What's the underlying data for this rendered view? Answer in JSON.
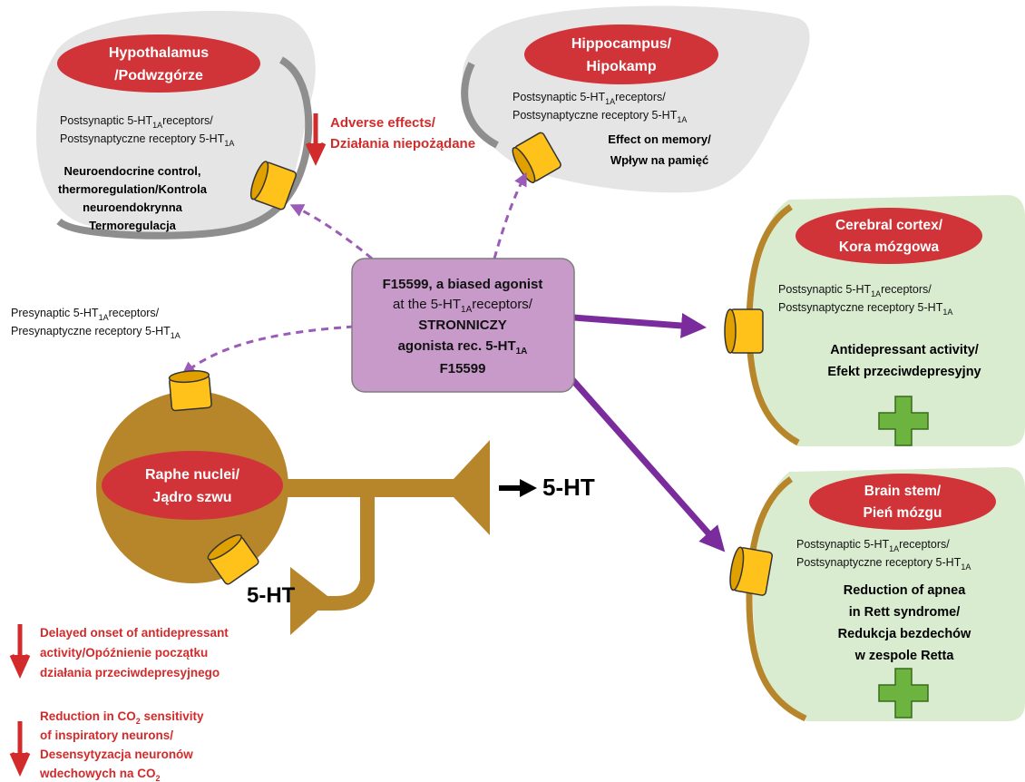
{
  "agent": {
    "lines": [
      "F15599, a biased agonist",
      "at the 5-HT",
      "receptors/",
      "STRONNICZY",
      "agonista rec. 5-HT",
      "F15599"
    ],
    "sub": "1A"
  },
  "hypothalamus": {
    "title": [
      "Hypothalamus",
      "/Podwzgórze"
    ],
    "receptor_lines": [
      "Postsynaptic 5-HT",
      "receptors/",
      "Postsynaptyczne receptory 5-HT"
    ],
    "effect": [
      "Neuroendocrine control,",
      "thermoregulation/Kontrola",
      "neuroendokrynna",
      "Termoregulacja"
    ]
  },
  "adverse": [
    "Adverse effects/",
    "Działania niepożądane"
  ],
  "hippocampus": {
    "title": [
      "Hippocampus/",
      "Hipokamp"
    ],
    "receptor_lines": [
      "Postsynaptic 5-HT",
      "receptors/",
      "Postsynaptyczne receptory 5-HT"
    ],
    "effect": [
      "Effect on memory/",
      "Wpływ na pamięć"
    ]
  },
  "cortex": {
    "title": [
      "Cerebral cortex/",
      "Kora mózgowa"
    ],
    "receptor_lines": [
      "Postsynaptic 5-HT",
      "receptors/",
      "Postsynaptyczne receptory 5-HT"
    ],
    "effect": [
      "Antidepressant activity/",
      "Efekt przeciwdepresyjny"
    ]
  },
  "brainstem": {
    "title": [
      "Brain stem/",
      "Pień mózgu"
    ],
    "receptor_lines": [
      "Postsynaptic 5-HT",
      "receptors/",
      "Postsynaptyczne receptory 5-HT"
    ],
    "effect": [
      "Reduction of apnea",
      "in Rett syndrome/",
      "Redukcja bezdechów",
      "w zespole Retta"
    ]
  },
  "presynaptic": [
    "Presynaptic 5-HT",
    "receptors/",
    "Presynaptyczne receptory 5-HT"
  ],
  "raphe": {
    "title": [
      "Raphe nuclei/",
      "Jądro szwu"
    ]
  },
  "serotonin_label": "5-HT",
  "delayed": [
    "Delayed onset of antidepressant",
    "activity/Opóźnienie  początku",
    "działania przeciwdepresyjnego"
  ],
  "co2": [
    "Reduction in CO",
    "sensitivity",
    "of inspiratory neurons/",
    "Desensytyzacja neuronów",
    "wdechowych na CO"
  ],
  "co2_sub": "2",
  "colors": {
    "red": "#d12b2b",
    "purple": "#7b2c9c",
    "gold": "#b8862a",
    "yellow": "#ffc21a",
    "green_bg": "#d9ecd0",
    "gray_bg": "#e5e5e5",
    "agent_bg": "#c79ac9"
  }
}
